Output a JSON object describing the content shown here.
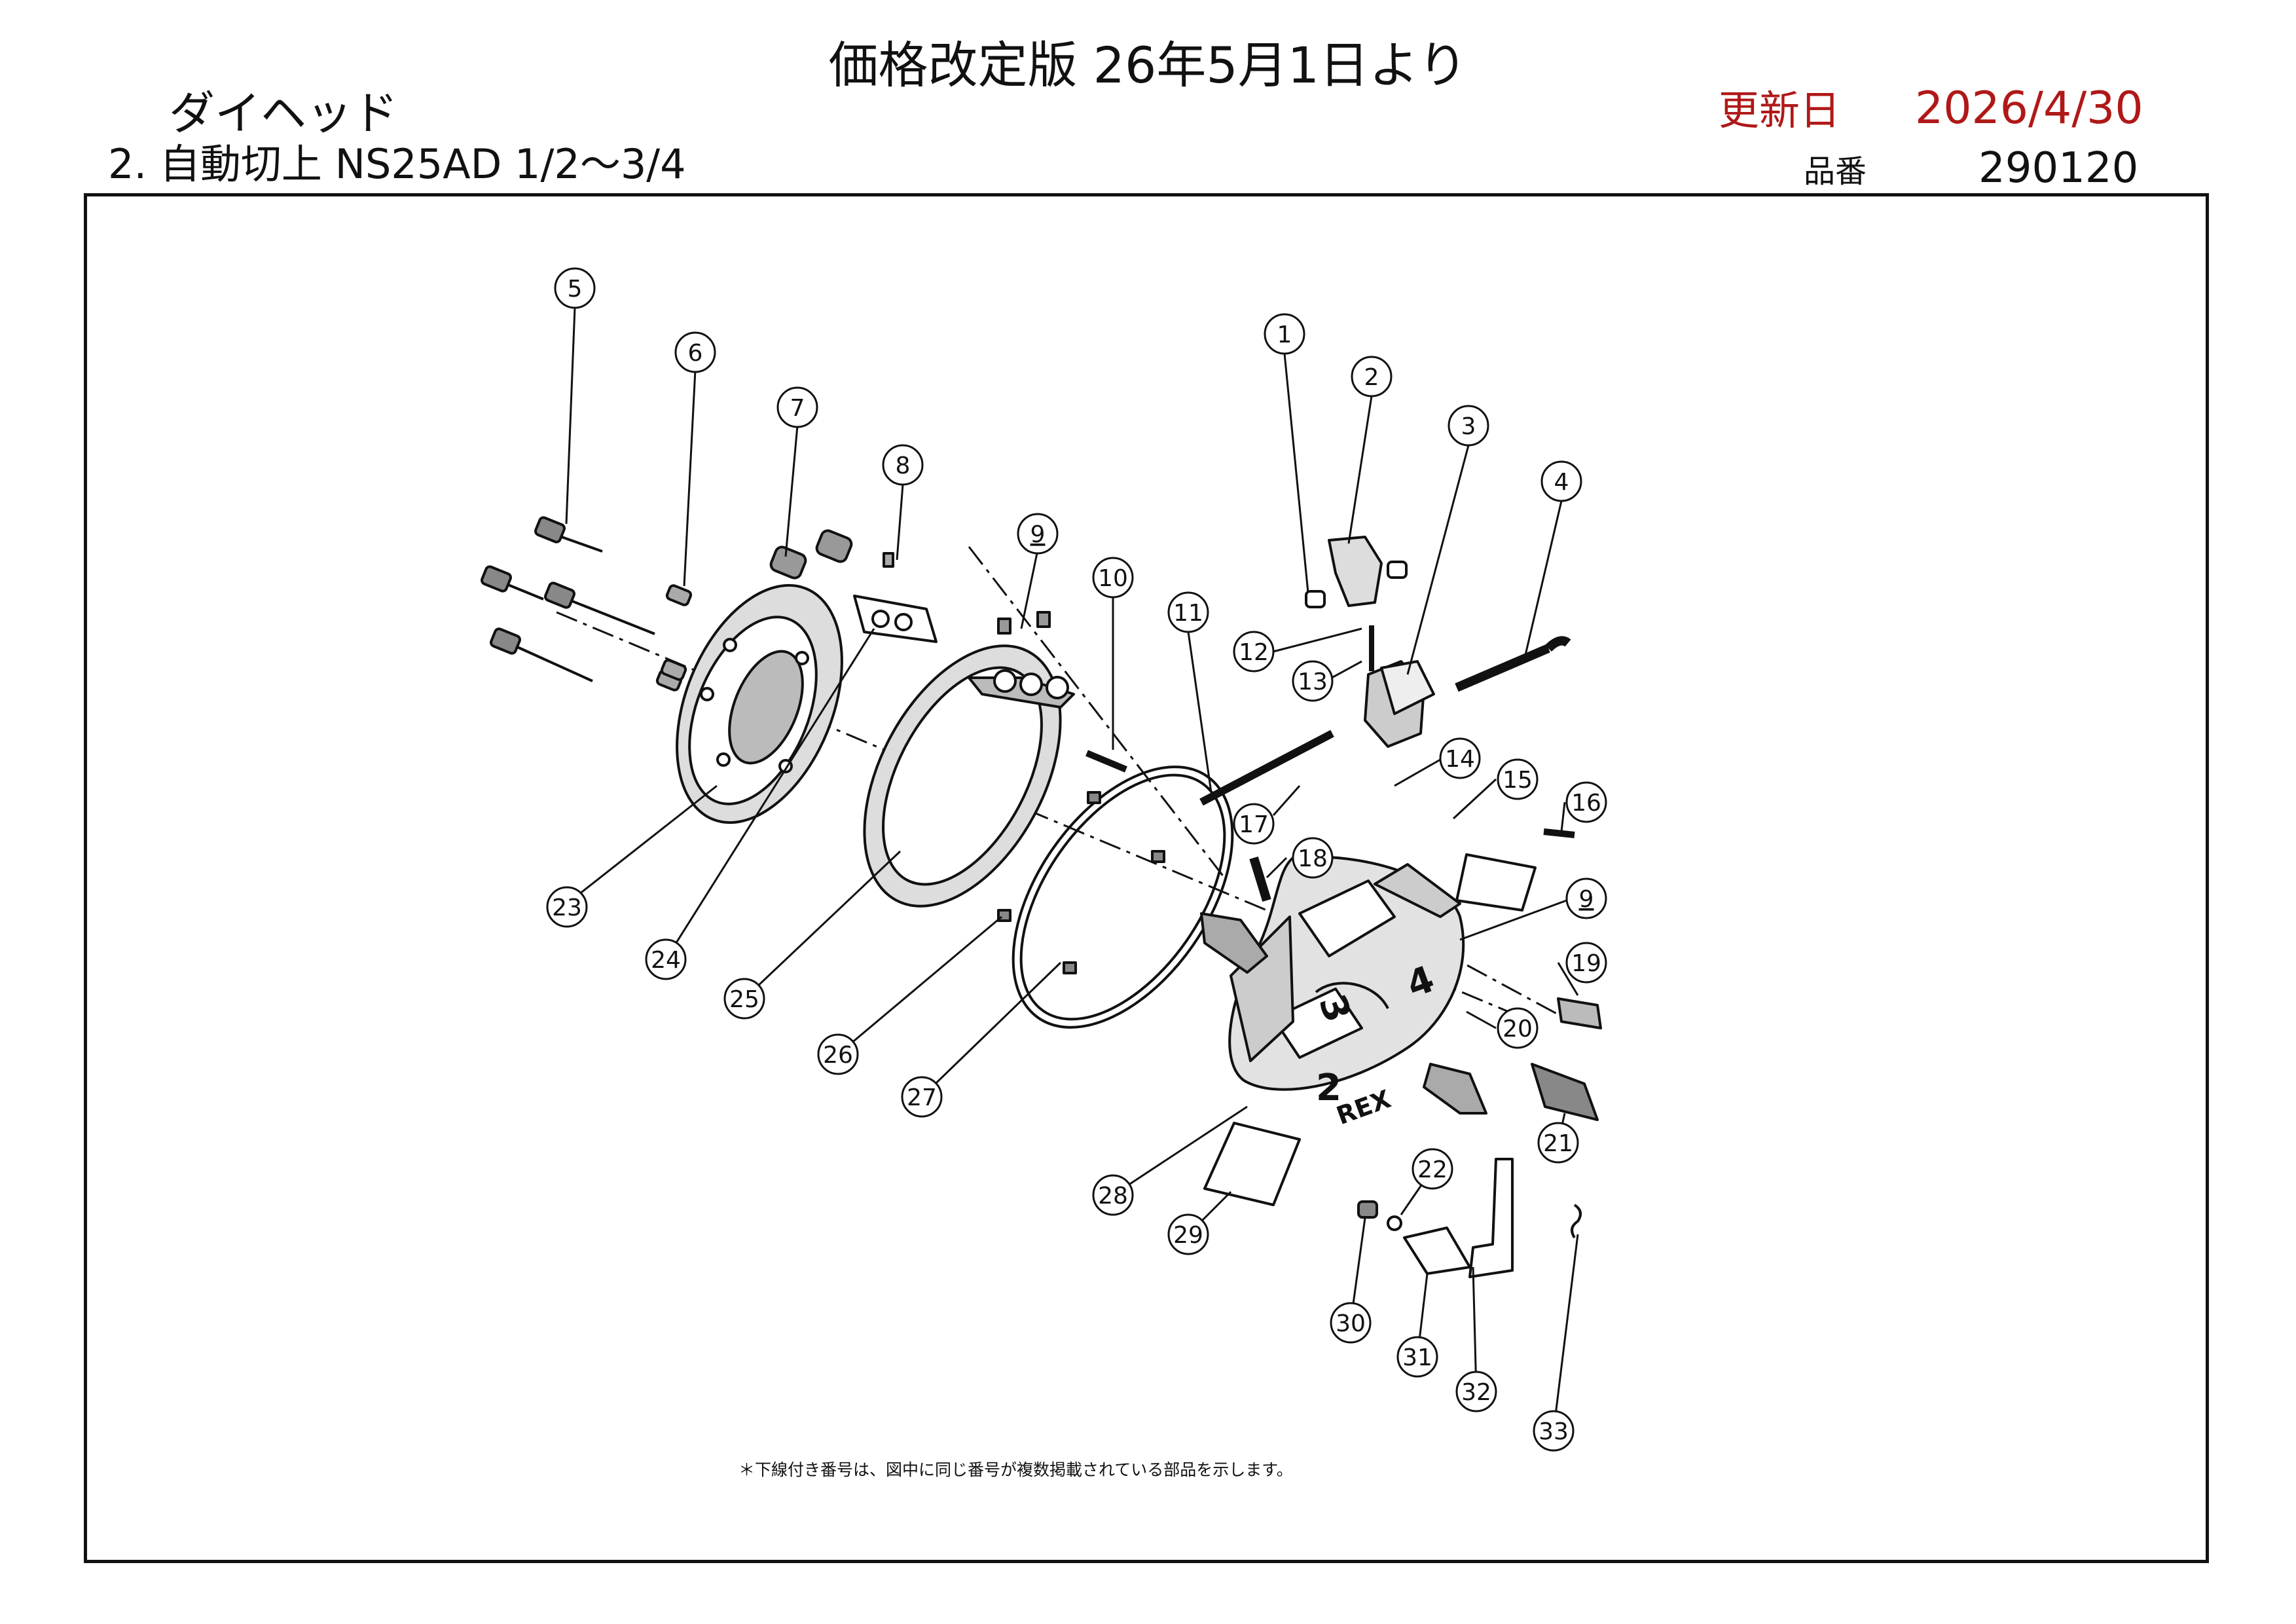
{
  "header": {
    "title": "価格改定版 26年5月1日より",
    "category": "ダイヘッド",
    "subtitle": "2. 自動切上 NS25AD 1/2～3/4",
    "update_label": "更新日",
    "update_date": "2026/4/30",
    "part_number_label": "品番",
    "part_number": "290120"
  },
  "callouts": [
    "1",
    "2",
    "3",
    "4",
    "5",
    "6",
    "7",
    "8",
    "9",
    "10",
    "11",
    "12",
    "13",
    "14",
    "15",
    "16",
    "17",
    "18",
    "9",
    "19",
    "20",
    "21",
    "22",
    "23",
    "24",
    "25",
    "26",
    "27",
    "28",
    "29",
    "30",
    "31",
    "32",
    "33"
  ],
  "diagram_text": {
    "jaw_mark_3": "3",
    "jaw_mark_4": "4",
    "jaw_mark_2": "2",
    "brand": "REX"
  },
  "footnote": "＊下線付き番号は、図中に同じ番号が複数掲載されている部品を示します。",
  "colors": {
    "accent": "#b01818",
    "line": "#111111"
  }
}
